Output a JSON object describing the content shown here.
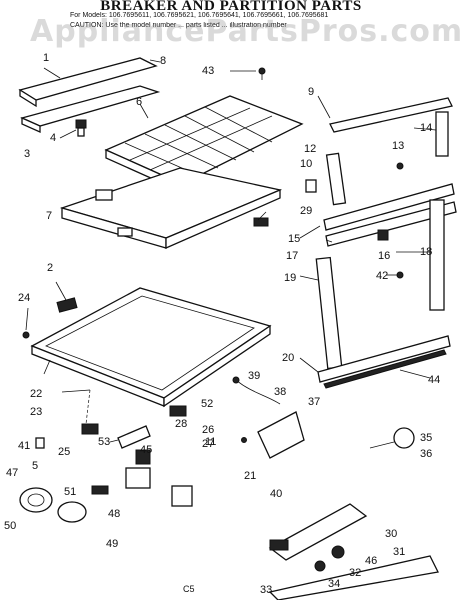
{
  "header": {
    "title": "BREAKER AND PARTITION PARTS",
    "models": "For Models: 106.7695611, 106.7695621, 106.7695641, 106.7695661, 106.7695681",
    "caution": "CAUTION: Use the model number ... parts listed ... illustration number"
  },
  "watermark": "AppliancePartsPros.com",
  "footer_code": "C5",
  "callouts": [
    "1",
    "2",
    "3",
    "4",
    "5",
    "6",
    "7",
    "8",
    "9",
    "10",
    "11",
    "12",
    "13",
    "14",
    "15",
    "16",
    "17",
    "18",
    "19",
    "20",
    "21",
    "22",
    "23",
    "24",
    "25",
    "26",
    "27",
    "28",
    "29",
    "30",
    "31",
    "32",
    "33",
    "34",
    "35",
    "36",
    "37",
    "38",
    "39",
    "40",
    "41",
    "42",
    "43",
    "44",
    "45",
    "46",
    "47",
    "48",
    "49",
    "50",
    "51",
    "52",
    "53"
  ]
}
